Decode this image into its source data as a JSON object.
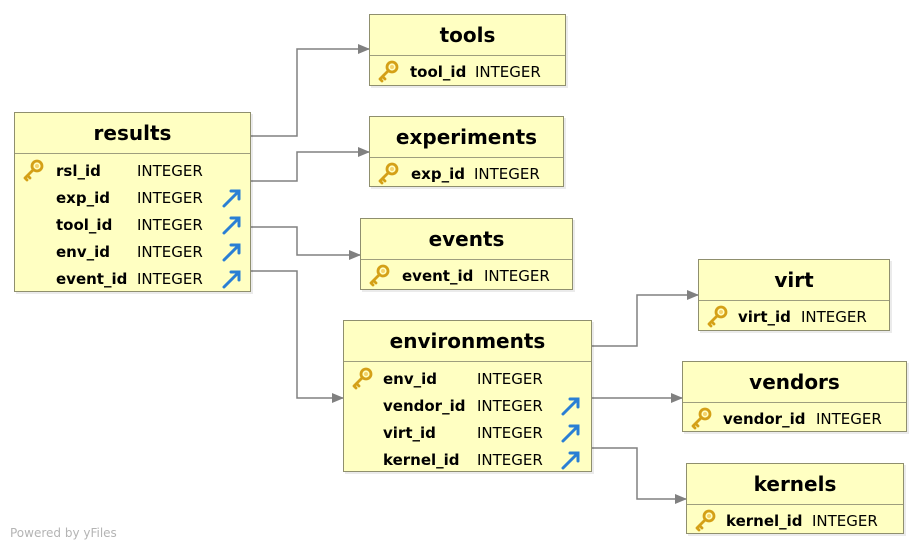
{
  "colors": {
    "table_fill": "#ffffc2",
    "table_border": "#8f8f6e",
    "connector": "#808080",
    "pk_icon": "#e8b923",
    "fk_icon": "#2a7fd4"
  },
  "footer": "Powered by yFiles",
  "tables": {
    "results": {
      "title": "results",
      "rows": [
        {
          "field": "rsl_id",
          "type": "INTEGER",
          "icon": "key-icon"
        },
        {
          "field": "exp_id",
          "type": "INTEGER",
          "icon": "foreign-key-arrow-icon"
        },
        {
          "field": "tool_id",
          "type": "INTEGER",
          "icon": "foreign-key-arrow-icon"
        },
        {
          "field": "env_id",
          "type": "INTEGER",
          "icon": "foreign-key-arrow-icon"
        },
        {
          "field": "event_id",
          "type": "INTEGER",
          "icon": "foreign-key-arrow-icon"
        }
      ]
    },
    "tools": {
      "title": "tools",
      "rows": [
        {
          "field": "tool_id",
          "type": "INTEGER",
          "icon": "key-icon"
        }
      ]
    },
    "experiments": {
      "title": "experiments",
      "rows": [
        {
          "field": "exp_id",
          "type": "INTEGER",
          "icon": "key-icon"
        }
      ]
    },
    "events": {
      "title": "events",
      "rows": [
        {
          "field": "event_id",
          "type": "INTEGER",
          "icon": "key-icon"
        }
      ]
    },
    "environments": {
      "title": "environments",
      "rows": [
        {
          "field": "env_id",
          "type": "INTEGER",
          "icon": "key-icon"
        },
        {
          "field": "vendor_id",
          "type": "INTEGER",
          "icon": "foreign-key-arrow-icon"
        },
        {
          "field": "virt_id",
          "type": "INTEGER",
          "icon": "foreign-key-arrow-icon"
        },
        {
          "field": "kernel_id",
          "type": "INTEGER",
          "icon": "foreign-key-arrow-icon"
        }
      ]
    },
    "virt": {
      "title": "virt",
      "rows": [
        {
          "field": "virt_id",
          "type": "INTEGER",
          "icon": "key-icon"
        }
      ]
    },
    "vendors": {
      "title": "vendors",
      "rows": [
        {
          "field": "vendor_id",
          "type": "INTEGER",
          "icon": "key-icon"
        }
      ]
    },
    "kernels": {
      "title": "kernels",
      "rows": [
        {
          "field": "kernel_id",
          "type": "INTEGER",
          "icon": "key-icon"
        }
      ]
    }
  },
  "relationships": [
    {
      "from": "results",
      "to": "tools"
    },
    {
      "from": "results.exp_id",
      "to": "experiments.exp_id"
    },
    {
      "from": "results.tool_id",
      "to": "events"
    },
    {
      "from": "results.event_id",
      "to": "environments.env_id"
    },
    {
      "from": "environments",
      "to": "virt"
    },
    {
      "from": "environments.vendor_id",
      "to": "vendors"
    },
    {
      "from": "environments.kernel_id",
      "to": "kernels"
    }
  ]
}
